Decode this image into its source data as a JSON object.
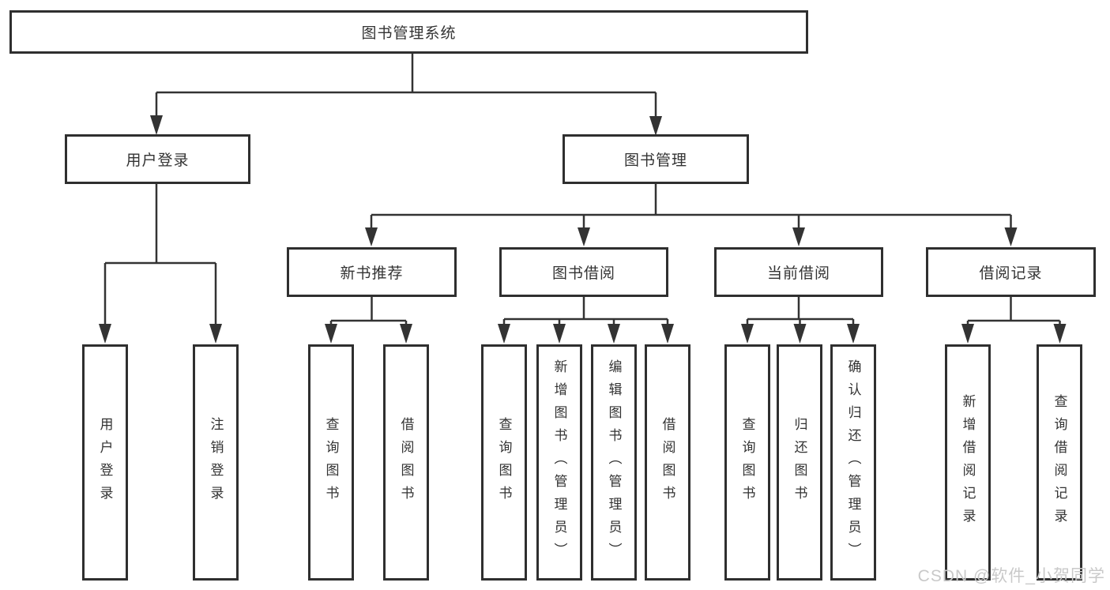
{
  "tree": {
    "root": {
      "label": "图书管理系统"
    },
    "branches": [
      {
        "label": "用户登录",
        "children": [
          {
            "label": "用户登录"
          },
          {
            "label": "注销登录"
          }
        ]
      },
      {
        "label": "图书管理",
        "sections": [
          {
            "label": "新书推荐",
            "children": [
              {
                "label": "查询图书"
              },
              {
                "label": "借阅图书"
              }
            ]
          },
          {
            "label": "图书借阅",
            "children": [
              {
                "label": "查询图书"
              },
              {
                "label": "新增图书（管理员）"
              },
              {
                "label": "编辑图书（管理员）"
              },
              {
                "label": "借阅图书"
              }
            ]
          },
          {
            "label": "当前借阅",
            "children": [
              {
                "label": "查询图书"
              },
              {
                "label": "归还图书"
              },
              {
                "label": "确认归还（管理员）"
              }
            ]
          },
          {
            "label": "借阅记录",
            "children": [
              {
                "label": "新增借阅记录"
              },
              {
                "label": "查询借阅记录"
              }
            ]
          }
        ]
      }
    ]
  },
  "watermark": {
    "text": "CSDN @软件_小贺同学"
  },
  "colors": {
    "line": "#333333",
    "box_border": "#2f2f2f",
    "text": "#333333",
    "watermark": "#c9c9c9",
    "background": "#ffffff"
  }
}
